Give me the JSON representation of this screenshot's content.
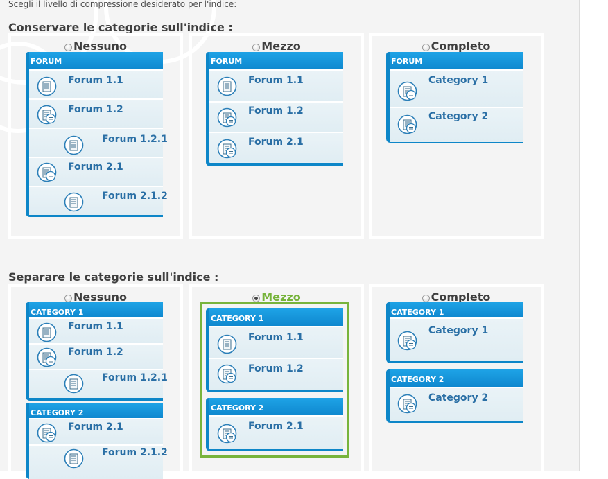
{
  "intro": "Scegli il livello di compressione desiderato per l'indice:",
  "sections": [
    {
      "title": "Conservare le categorie sull'indice :",
      "options": [
        {
          "label": "Nessuno",
          "selected": false,
          "panels": [
            {
              "header": "FORUM",
              "rows": [
                {
                  "text": "Forum 1.1",
                  "icon": "forum-read-icon"
                },
                {
                  "text": "Forum 1.2",
                  "icon": "forum-subforum-icon"
                },
                {
                  "text": "Forum 1.2.1",
                  "icon": "forum-read-icon"
                },
                {
                  "text": "Forum 2.1",
                  "icon": "forum-subforum-icon"
                },
                {
                  "text": "Forum 2.1.2",
                  "icon": "forum-read-icon"
                }
              ]
            }
          ]
        },
        {
          "label": "Mezzo",
          "selected": false,
          "panels": [
            {
              "header": "FORUM",
              "rows": [
                {
                  "text": "Forum 1.1",
                  "icon": "forum-read-icon"
                },
                {
                  "text": "Forum 1.2",
                  "icon": "forum-subforum-icon"
                },
                {
                  "text": "Forum 2.1",
                  "icon": "forum-subforum-icon"
                }
              ]
            }
          ]
        },
        {
          "label": "Completo",
          "selected": false,
          "panels": [
            {
              "header": "FORUM",
              "rows": [
                {
                  "text": "Category 1",
                  "icon": "forum-subforum-icon"
                },
                {
                  "text": "Category 2",
                  "icon": "forum-subforum-icon"
                }
              ]
            }
          ]
        }
      ]
    },
    {
      "title": "Separare le categorie sull'indice :",
      "options": [
        {
          "label": "Nessuno",
          "selected": false,
          "panels": [
            {
              "header": "CATEGORY 1",
              "rows": [
                {
                  "text": "Forum 1.1",
                  "icon": "forum-read-icon"
                },
                {
                  "text": "Forum 1.2",
                  "icon": "forum-subforum-icon"
                },
                {
                  "text": "Forum 1.2.1",
                  "icon": "forum-read-icon"
                }
              ]
            },
            {
              "header": "CATEGORY 2",
              "rows": [
                {
                  "text": "Forum 2.1",
                  "icon": "forum-subforum-icon"
                },
                {
                  "text": "Forum 2.1.2",
                  "icon": "forum-read-icon"
                }
              ]
            }
          ]
        },
        {
          "label": "Mezzo",
          "selected": true,
          "panels": [
            {
              "header": "CATEGORY 1",
              "rows": [
                {
                  "text": "Forum 1.1",
                  "icon": "forum-read-icon"
                },
                {
                  "text": "Forum 1.2",
                  "icon": "forum-subforum-icon"
                }
              ]
            },
            {
              "header": "CATEGORY 2",
              "rows": [
                {
                  "text": "Forum 2.1",
                  "icon": "forum-subforum-icon"
                }
              ]
            }
          ]
        },
        {
          "label": "Completo",
          "selected": false,
          "panels": [
            {
              "header": "CATEGORY 1",
              "rows": [
                {
                  "text": "Category 1",
                  "icon": "forum-subforum-icon"
                }
              ]
            },
            {
              "header": "CATEGORY 2",
              "rows": [
                {
                  "text": "Category 2",
                  "icon": "forum-subforum-icon"
                }
              ]
            }
          ]
        }
      ]
    }
  ],
  "colors": {
    "accent": "#0d86c8",
    "selected": "#76b33a",
    "row_text": "#2a6fa5"
  }
}
